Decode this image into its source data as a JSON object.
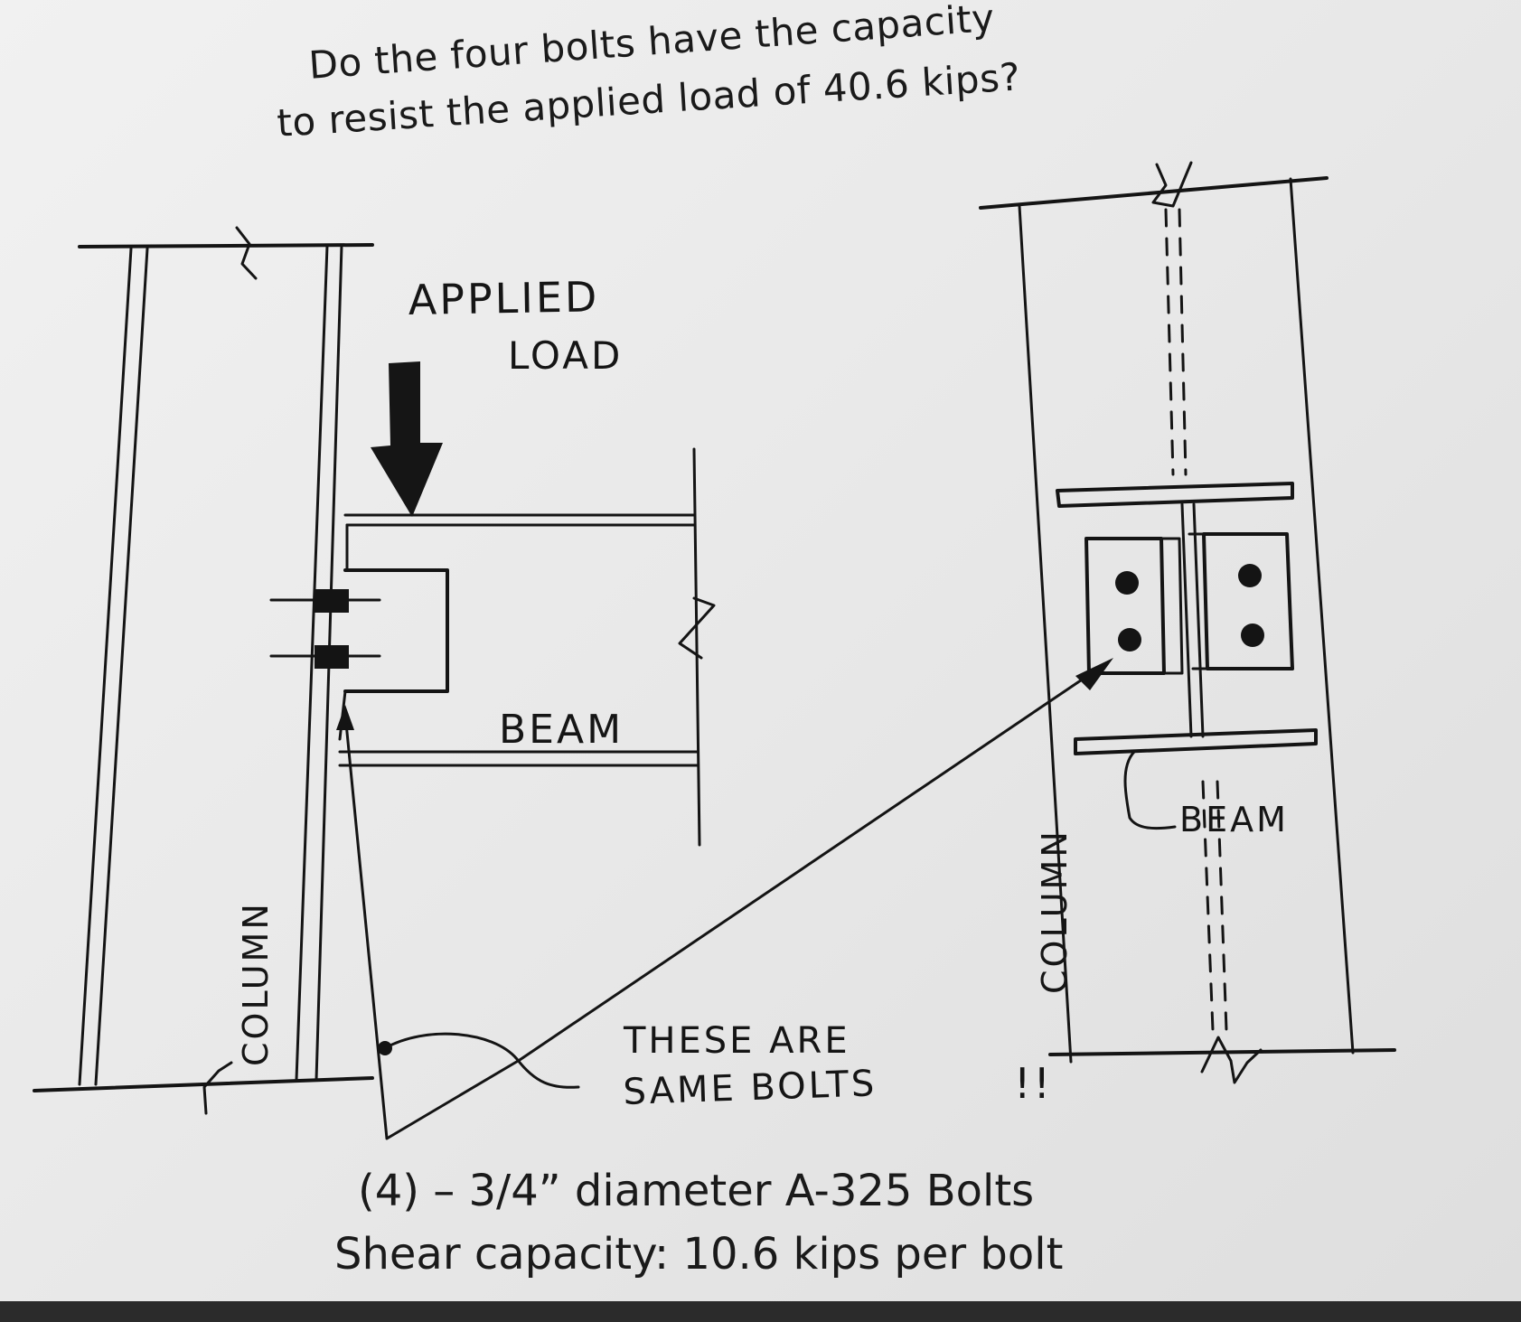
{
  "question": {
    "line1": "Do the four bolts have the capacity",
    "line2": "to resist the applied load of 40.6 kips?"
  },
  "labels": {
    "applied_load_line1": "APPLIED",
    "applied_load_line2": "LOAD",
    "beam_left": "BEAM",
    "beam_right": "BEAM",
    "column_left": "COLUMN",
    "column_right": "COLUMN",
    "note_line1": "THESE ARE",
    "note_line2": "SAME BOLTS",
    "note_exclaim": "!!"
  },
  "specs": {
    "bolts": "(4) – 3/4” diameter A-325 Bolts",
    "capacity": "Shear capacity: 10.6 kips per bolt"
  },
  "colors": {
    "ink": "#141414",
    "paper": "#ececec"
  }
}
